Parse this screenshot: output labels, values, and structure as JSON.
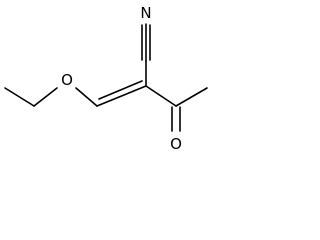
{
  "atoms": {
    "nitrogen": "N",
    "ether_oxygen": "O",
    "carbonyl_oxygen": "O"
  },
  "colors": {
    "bond": "#000000",
    "label": "#000000",
    "background": "#ffffff"
  }
}
